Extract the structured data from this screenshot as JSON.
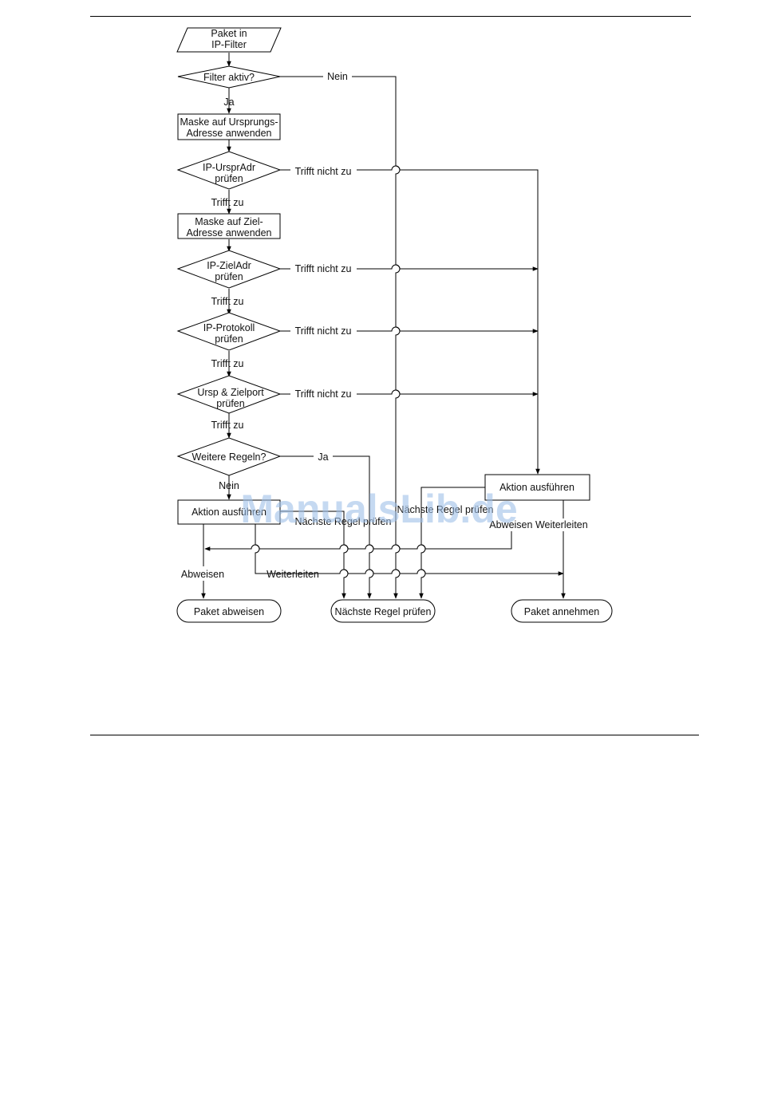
{
  "diagram": {
    "nodes": {
      "start": [
        "Paket in",
        "IP-Filter"
      ],
      "filter_aktiv": [
        "Filter aktiv?"
      ],
      "maske_ursprung": [
        "Maske auf Ursprungs-",
        "Adresse anwenden"
      ],
      "ip_urspr": [
        "IP-UrsprAdr",
        "prüfen"
      ],
      "maske_ziel": [
        "Maske auf Ziel-",
        "Adresse anwenden"
      ],
      "ip_ziel": [
        "IP-ZielAdr",
        "prüfen"
      ],
      "ip_protokoll": [
        "IP-Protokoll",
        "prüfen"
      ],
      "ports": [
        "Ursp & Zielport",
        "prüfen"
      ],
      "weitere_regeln": [
        "Weitere Regeln?"
      ],
      "aktion_links": [
        "Aktion ausführen"
      ],
      "aktion_rechts": [
        "Aktion ausführen"
      ],
      "paket_abweisen": [
        "Paket abweisen"
      ],
      "naechste_regel": [
        "Nächste Regel prüfen"
      ],
      "paket_annehmen": [
        "Paket annehmen"
      ]
    },
    "edge_labels": {
      "ja_1": "Ja",
      "nein_1": "Nein",
      "trifft_nicht_zu_1": "Trifft nicht zu",
      "trifft_zu_1": "Trifft zu",
      "trifft_nicht_zu_2": "Trifft nicht zu",
      "trifft_zu_2": "Trifft zu",
      "trifft_nicht_zu_3": "Trifft nicht zu",
      "trifft_zu_3": "Trifft zu",
      "trifft_nicht_zu_4": "Trifft nicht zu",
      "trifft_zu_4": "Trifft zu",
      "ja_2": "Ja",
      "nein_2": "Nein",
      "naechste_regel_links": "Nächste Regel prüfen",
      "naechste_regel_rechts": "Nächste Regel prüfen",
      "abweisen_rechts": "Abweisen Weiterleiten",
      "abweisen_links": "Abweisen",
      "weiterleiten_links": "Weiterleiten"
    }
  },
  "watermark": "ManualsLib.de"
}
